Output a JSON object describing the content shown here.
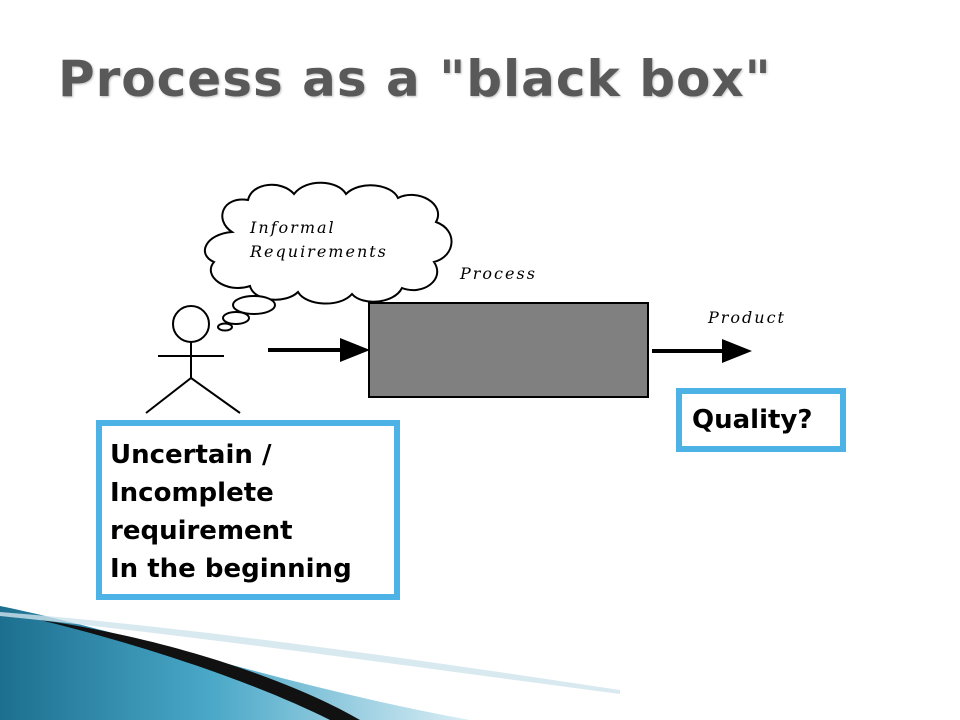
{
  "slide": {
    "title": "Process as a \"black box\""
  },
  "diagram": {
    "thought_line_1": "Informal",
    "thought_line_2": "Requirements",
    "process_label": "Process",
    "product_label": "Product",
    "colors": {
      "process_box": "#808080",
      "callout_border": "#4db3e6",
      "title_text": "#595959"
    },
    "icons": [
      "stick-figure-icon",
      "thought-cloud-icon",
      "arrow-right-icon"
    ]
  },
  "callouts": {
    "requirements_lines": [
      "Uncertain /",
      "Incomplete",
      "requirement",
      "In the beginning"
    ],
    "quality": "Quality?"
  }
}
